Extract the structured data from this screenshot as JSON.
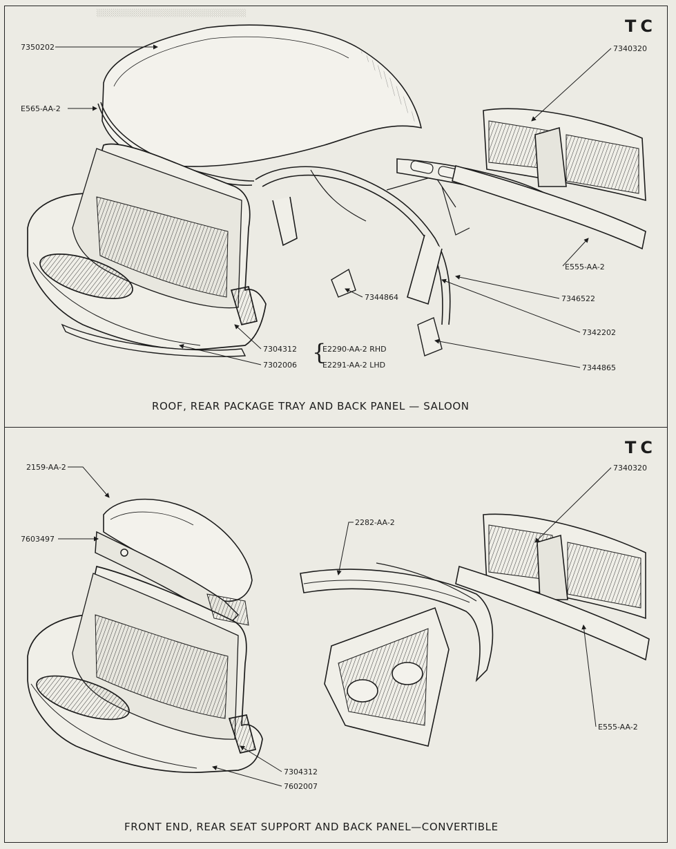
{
  "colors": {
    "paper": "#ecebe4",
    "ink": "#1c1c1c",
    "shade": "#b9b8b0"
  },
  "sections": {
    "saloon": {
      "model": "TC",
      "caption": "ROOF, REAR PACKAGE TRAY AND BACK PANEL — SALOON",
      "labels": {
        "roof": "7350202",
        "roof_trim": "E565-AA-2",
        "back_panel": "7340320",
        "bracket_left": "7344864",
        "tray_trim": "E555-AA-2",
        "tray": "7346522",
        "brace": "7342202",
        "bracket_right": "7344865",
        "side_rhd": "7304312",
        "side_lhd": "7302006",
        "rhd_part": "E2290-AA-2 RHD",
        "lhd_part": "E2291-AA-2 LHD"
      }
    },
    "convertible": {
      "model": "TC",
      "caption": "FRONT END, REAR SEAT SUPPORT AND BACK PANEL—CONVERTIBLE",
      "labels": {
        "header_trim": "2159-AA-2",
        "header": "7603497",
        "seat_support": "2282-AA-2",
        "back_panel": "7340320",
        "panel_trim": "E555-AA-2",
        "side": "7304312",
        "body": "7602007"
      }
    }
  }
}
